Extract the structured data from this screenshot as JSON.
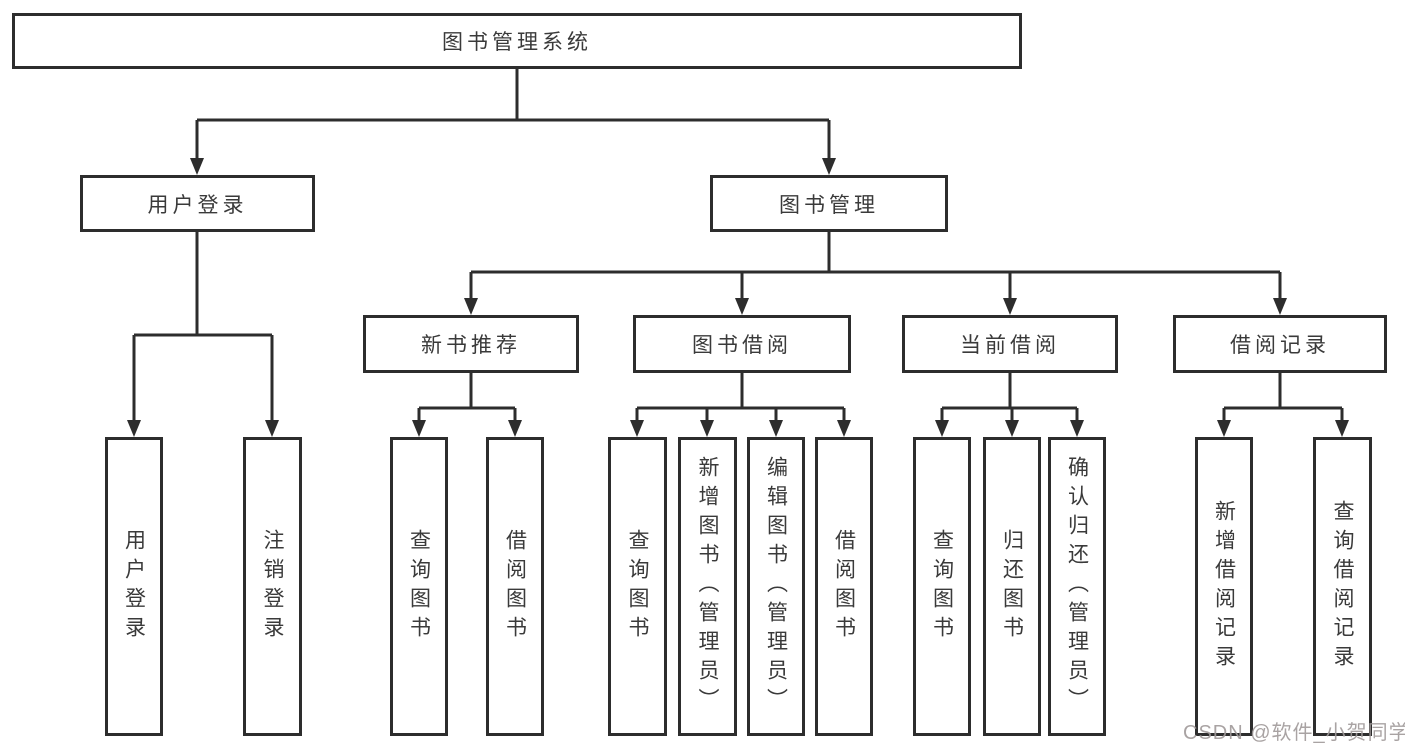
{
  "tree": {
    "root": {
      "label": "图书管理系统",
      "children": [
        {
          "label": "用户登录",
          "children": [
            {
              "label": "用户登录"
            },
            {
              "label": "注销登录"
            }
          ]
        },
        {
          "label": "图书管理",
          "children": [
            {
              "label": "新书推荐",
              "children": [
                {
                  "label": "查询图书"
                },
                {
                  "label": "借阅图书"
                }
              ]
            },
            {
              "label": "图书借阅",
              "children": [
                {
                  "label": "查询图书"
                },
                {
                  "label": "新增图书（管理员）"
                },
                {
                  "label": "编辑图书（管理员）"
                },
                {
                  "label": "借阅图书"
                }
              ]
            },
            {
              "label": "当前借阅",
              "children": [
                {
                  "label": "查询图书"
                },
                {
                  "label": "归还图书"
                },
                {
                  "label": "确认归还（管理员）"
                }
              ]
            },
            {
              "label": "借阅记录",
              "children": [
                {
                  "label": "新增借阅记录"
                },
                {
                  "label": "查询借阅记录"
                }
              ]
            }
          ]
        }
      ]
    }
  },
  "watermark": {
    "text": "CSDN @软件_小贺同学"
  },
  "colors": {
    "line": "#2d2d2d",
    "text": "#3a3a3a",
    "background": "#ffffff",
    "watermark": "#a09a9a"
  }
}
